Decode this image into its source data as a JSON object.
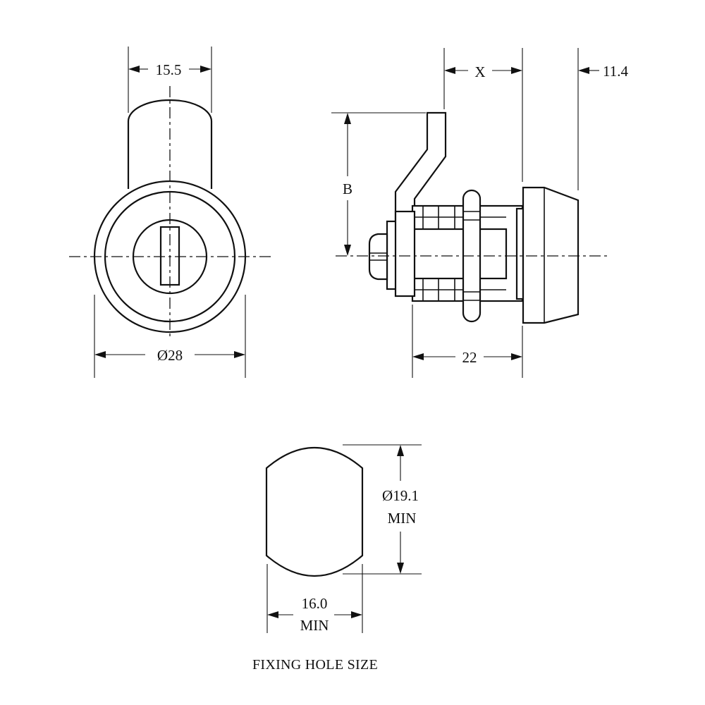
{
  "front_view": {
    "dim_width": "15.5",
    "dim_diameter": "Ø28"
  },
  "side_view": {
    "dim_x": "X",
    "dim_b": "B",
    "dim_offset": "11.4",
    "dim_length": "22"
  },
  "fixing_hole": {
    "dim_diameter": "Ø19.1",
    "dim_diameter_note": "MIN",
    "dim_width": "16.0",
    "dim_width_note": "MIN",
    "caption": "FIXING HOLE SIZE"
  }
}
